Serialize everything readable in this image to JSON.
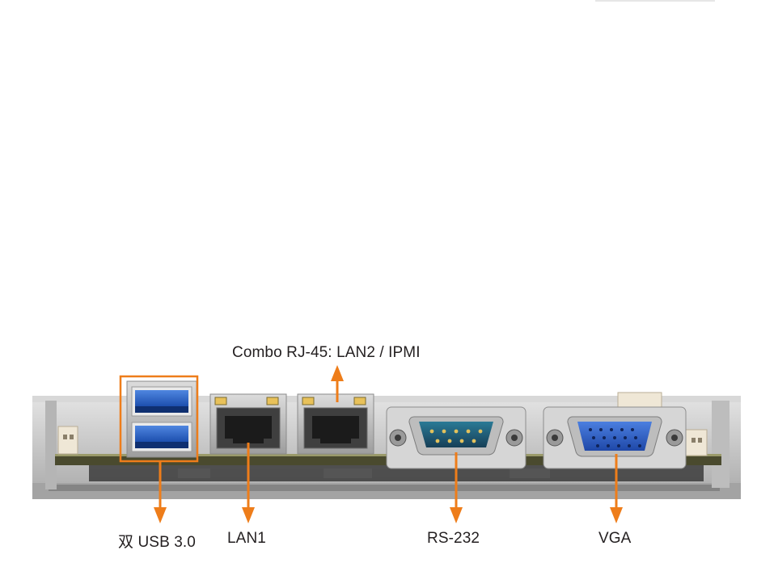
{
  "labels": {
    "combo_rj45": "Combo RJ-45: LAN2 / IPMI",
    "usb": "双 USB 3.0",
    "lan1": "LAN1",
    "rs232": "RS-232",
    "vga": "VGA"
  },
  "colors": {
    "accent": "#ee7d1a",
    "usb_blue": "#2a64c8",
    "vga_blue": "#2f5fc6",
    "serial_teal": "#1e5c78",
    "pcb_green": "#3b3a25",
    "metal": "#c9c9c9"
  }
}
